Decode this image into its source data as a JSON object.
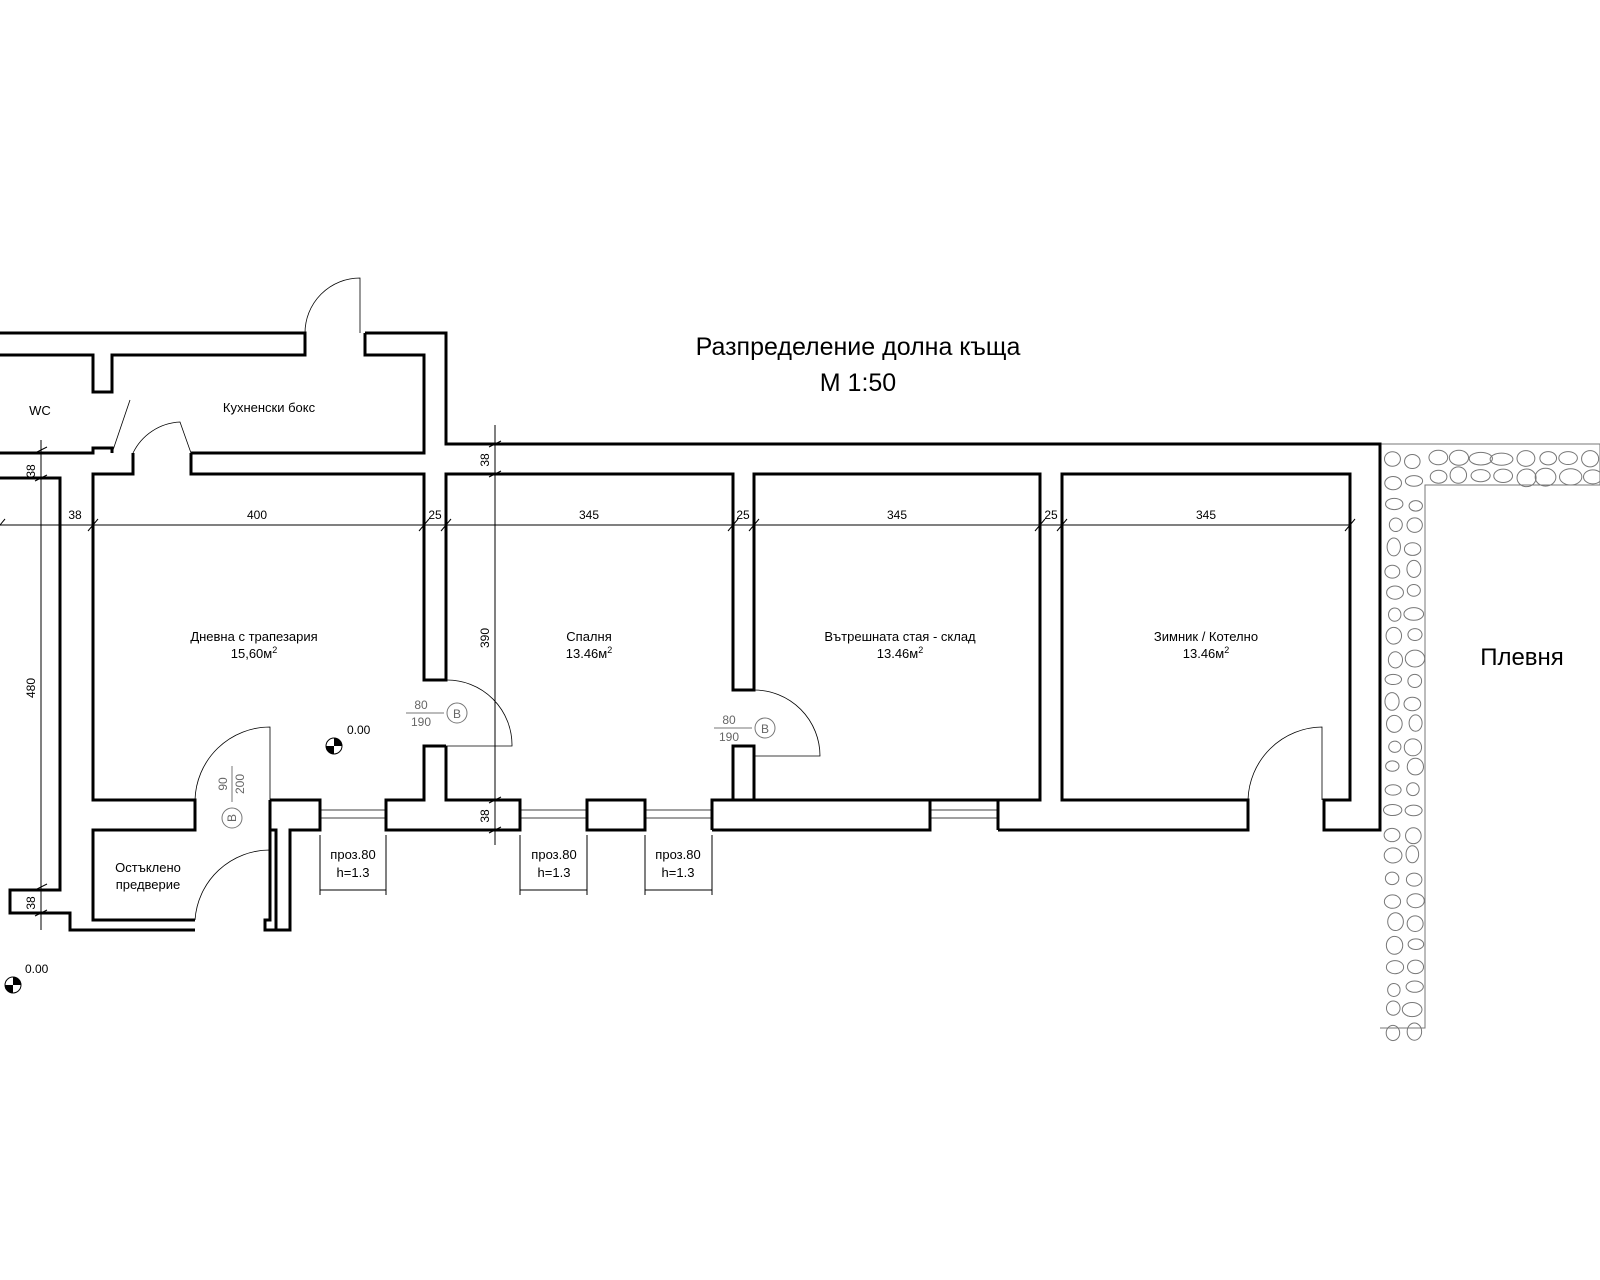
{
  "title": {
    "line1": "Разпределение долна къща",
    "line2": "М 1:50"
  },
  "rooms": {
    "wc": "WC",
    "kitchen": "Кухненски бокс",
    "living": {
      "name": "Дневна с трапезария",
      "area": "15,60м",
      "sup": "2"
    },
    "bedroom": {
      "name": "Спалня",
      "area": "13.46м",
      "sup": "2"
    },
    "storage": {
      "name": "Вътрешната стая - склад",
      "area": "13.46м",
      "sup": "2"
    },
    "cellar": {
      "name": "Зимник / Котелно",
      "area": "13.46м",
      "sup": "2"
    },
    "vestibule_line1": "Остъклено",
    "vestibule_line2": "предверие",
    "barn": "Плевня"
  },
  "dimensions": {
    "horizontal": [
      "38",
      "400",
      "25",
      "345",
      "25",
      "345",
      "25",
      "345"
    ],
    "left_top": "38",
    "left_height": "480",
    "left_bottom": "38",
    "mid_top": "38",
    "mid_height": "390",
    "mid_bottom": "38"
  },
  "levels": [
    "0.00",
    "0.00"
  ],
  "doors": [
    {
      "width": "80",
      "height": "190",
      "tag": "В"
    },
    {
      "width": "80",
      "height": "190",
      "tag": "В"
    },
    {
      "width": "90",
      "height": "200",
      "tag": "В"
    }
  ],
  "windows": [
    {
      "label": "проз.80",
      "height": "h=1.3"
    },
    {
      "label": "проз.80",
      "height": "h=1.3"
    },
    {
      "label": "проз.80",
      "height": "h=1.3"
    }
  ]
}
